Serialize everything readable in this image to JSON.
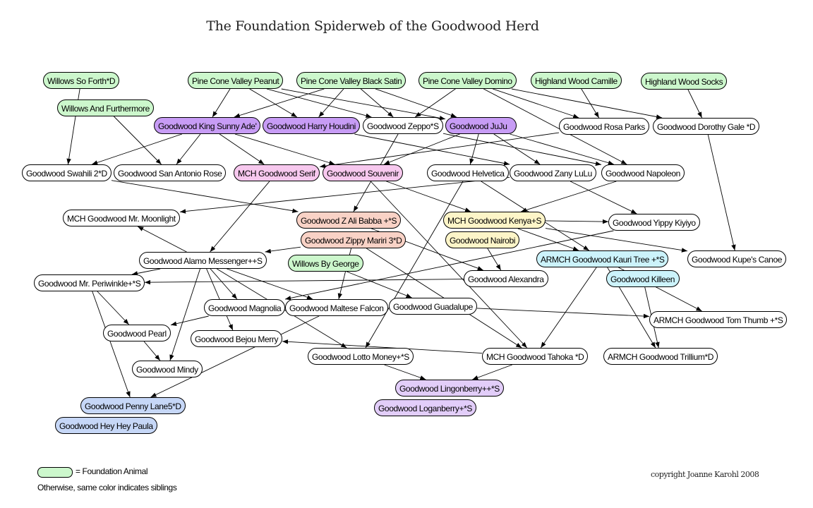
{
  "title": "The Foundation Spiderweb of the Goodwood Herd",
  "legend": {
    "swatch_color": "#ccf7cc",
    "swatch_label": "= Foundation Animal",
    "note": "Otherwise, same color indicates siblings"
  },
  "copyright": "copyright Joanne Karohl 2008",
  "colors": {
    "foundation": "#ccf7cc",
    "unrelated": "#ffffff",
    "purple_siblings": "#c79cf5",
    "pink_siblings": "#f7c8ee",
    "salmon_siblings": "#f9d2c6",
    "yellow_siblings": "#fdf5c8",
    "cyan_siblings": "#ccf3fb",
    "blue_siblings": "#c6d7f7",
    "lilac_siblings": "#e2cdf9"
  },
  "nodes": [
    {
      "id": "willows_so_forth",
      "label": "Willows So Forth*D",
      "group": "foundation"
    },
    {
      "id": "pcv_peanut",
      "label": "Pine Cone Valley Peanut",
      "group": "foundation"
    },
    {
      "id": "pcv_black_satin",
      "label": "Pine Cone Valley Black Satin",
      "group": "foundation"
    },
    {
      "id": "pcv_domino",
      "label": "Pine Cone Valley Domino",
      "group": "foundation"
    },
    {
      "id": "hw_camille",
      "label": "Highland Wood Camille",
      "group": "foundation"
    },
    {
      "id": "hw_socks",
      "label": "Highland Wood Socks",
      "group": "foundation"
    },
    {
      "id": "willows_furthermore",
      "label": "Willows And Furthermore",
      "group": "foundation"
    },
    {
      "id": "king_sunny_ade",
      "label": "Goodwood King Sunny Ade'",
      "group": "purple_siblings"
    },
    {
      "id": "harry_houdini",
      "label": "Goodwood Harry Houdini",
      "group": "purple_siblings"
    },
    {
      "id": "zeppo",
      "label": "Goodwood Zeppo*S",
      "group": "unrelated"
    },
    {
      "id": "juju",
      "label": "Goodwood JuJu",
      "group": "purple_siblings"
    },
    {
      "id": "rosa_parks",
      "label": "Goodwood Rosa Parks",
      "group": "unrelated"
    },
    {
      "id": "dorothy_gale",
      "label": "Goodwood Dorothy Gale *D",
      "group": "unrelated"
    },
    {
      "id": "swahili",
      "label": "Goodwood Swahili 2*D",
      "group": "unrelated"
    },
    {
      "id": "san_antonio_rose",
      "label": "Goodwood San Antonio Rose",
      "group": "unrelated"
    },
    {
      "id": "serif",
      "label": "MCH Goodwood Serif",
      "group": "pink_siblings"
    },
    {
      "id": "souvenir",
      "label": "Goodwood Souvenir",
      "group": "pink_siblings"
    },
    {
      "id": "helvetica",
      "label": "Goodwood Helvetica",
      "group": "unrelated"
    },
    {
      "id": "zany_lulu",
      "label": "Goodwood Zany LuLu",
      "group": "unrelated"
    },
    {
      "id": "napoleon",
      "label": "Goodwood Napoleon",
      "group": "unrelated"
    },
    {
      "id": "mr_moonlight",
      "label": "MCH Goodwood Mr. Moonlight",
      "group": "unrelated"
    },
    {
      "id": "z_ali_babba",
      "label": "Goodwood Z Ali Babba +*S",
      "group": "salmon_siblings"
    },
    {
      "id": "zippy_mariri",
      "label": "Goodwood Zippy Mariri 3*D",
      "group": "salmon_siblings"
    },
    {
      "id": "kenya",
      "label": "MCH Goodwood Kenya+S",
      "group": "yellow_siblings"
    },
    {
      "id": "nairobi",
      "label": "Goodwood Nairobi",
      "group": "yellow_siblings"
    },
    {
      "id": "yippy_kiyiyo",
      "label": "Goodwood Yippy Kiyiyo",
      "group": "unrelated"
    },
    {
      "id": "alamo_messenger",
      "label": "Goodwood Alamo Messenger++S",
      "group": "unrelated"
    },
    {
      "id": "willows_by_george",
      "label": "Willows By George",
      "group": "foundation"
    },
    {
      "id": "kauri_tree",
      "label": "ARMCH Goodwood Kauri Tree +*S",
      "group": "cyan_siblings"
    },
    {
      "id": "kupes_canoe",
      "label": "Goodwood Kupe's Canoe",
      "group": "unrelated"
    },
    {
      "id": "mr_periwinkle",
      "label": "Goodwood Mr. Periwinkle+*S",
      "group": "unrelated"
    },
    {
      "id": "alexandra",
      "label": "Goodwood Alexandra",
      "group": "unrelated"
    },
    {
      "id": "killeen",
      "label": "Goodwood Killeen",
      "group": "cyan_siblings"
    },
    {
      "id": "magnolia",
      "label": "Goodwood Magnolia",
      "group": "unrelated"
    },
    {
      "id": "maltese_falcon",
      "label": "Goodwood Maltese Falcon",
      "group": "unrelated"
    },
    {
      "id": "guadalupe",
      "label": "Goodwood Guadalupe",
      "group": "unrelated"
    },
    {
      "id": "tom_thumb",
      "label": "ARMCH Goodwood Tom Thumb +*S",
      "group": "unrelated"
    },
    {
      "id": "pearl",
      "label": "Goodwood Pearl",
      "group": "unrelated"
    },
    {
      "id": "bejou_merry",
      "label": "Goodwood Bejou Merry",
      "group": "unrelated"
    },
    {
      "id": "lotto_money",
      "label": "Goodwood Lotto Money+*S",
      "group": "unrelated"
    },
    {
      "id": "tahoka",
      "label": "MCH Goodwood Tahoka *D",
      "group": "unrelated"
    },
    {
      "id": "trillium",
      "label": "ARMCH Goodwood Trillium*D",
      "group": "unrelated"
    },
    {
      "id": "mindy",
      "label": "Goodwood Mindy",
      "group": "unrelated"
    },
    {
      "id": "lingonberry",
      "label": "Goodwood Lingonberry++*S",
      "group": "lilac_siblings"
    },
    {
      "id": "penny_lane",
      "label": "Goodwood Penny Lane5*D",
      "group": "blue_siblings"
    },
    {
      "id": "loganberry",
      "label": "Goodwood Loganberry+*S",
      "group": "lilac_siblings"
    },
    {
      "id": "hey_hey_paula",
      "label": "Goodwood Hey Hey Paula",
      "group": "blue_siblings"
    }
  ],
  "edges": [
    [
      "willows_so_forth",
      "swahili"
    ],
    [
      "willows_furthermore",
      "san_antonio_rose"
    ],
    [
      "pcv_peanut",
      "king_sunny_ade"
    ],
    [
      "pcv_peanut",
      "harry_houdini"
    ],
    [
      "pcv_peanut",
      "zeppo"
    ],
    [
      "pcv_black_satin",
      "king_sunny_ade"
    ],
    [
      "pcv_black_satin",
      "harry_houdini"
    ],
    [
      "pcv_black_satin",
      "zeppo"
    ],
    [
      "pcv_black_satin",
      "juju"
    ],
    [
      "pcv_peanut",
      "juju"
    ],
    [
      "pcv_domino",
      "zeppo"
    ],
    [
      "pcv_domino",
      "rosa_parks"
    ],
    [
      "pcv_domino",
      "dorothy_gale"
    ],
    [
      "pcv_domino",
      "napoleon"
    ],
    [
      "hw_camille",
      "rosa_parks"
    ],
    [
      "hw_socks",
      "dorothy_gale"
    ],
    [
      "king_sunny_ade",
      "swahili"
    ],
    [
      "king_sunny_ade",
      "san_antonio_rose"
    ],
    [
      "king_sunny_ade",
      "serif"
    ],
    [
      "king_sunny_ade",
      "souvenir"
    ],
    [
      "harry_houdini",
      "zany_lulu"
    ],
    [
      "zeppo",
      "z_ali_babba"
    ],
    [
      "zeppo",
      "napoleon"
    ],
    [
      "juju",
      "helvetica"
    ],
    [
      "juju",
      "zany_lulu"
    ],
    [
      "juju",
      "napoleon"
    ],
    [
      "juju",
      "souvenir"
    ],
    [
      "rosa_parks",
      "serif"
    ],
    [
      "dorothy_gale",
      "kupes_canoe"
    ],
    [
      "swahili",
      "z_ali_babba"
    ],
    [
      "serif",
      "alamo_messenger"
    ],
    [
      "souvenir",
      "kenya"
    ],
    [
      "souvenir",
      "tahoka"
    ],
    [
      "helvetica",
      "lotto_money"
    ],
    [
      "helvetica",
      "kauri_tree"
    ],
    [
      "zany_lulu",
      "mr_moonlight"
    ],
    [
      "zany_lulu",
      "yippy_kiyiyo"
    ],
    [
      "napoleon",
      "kenya"
    ],
    [
      "z_ali_babba",
      "alexandra"
    ],
    [
      "zippy_mariri",
      "alamo_messenger"
    ],
    [
      "zippy_mariri",
      "maltese_falcon"
    ],
    [
      "zippy_mariri",
      "tahoka"
    ],
    [
      "kenya",
      "yippy_kiyiyo"
    ],
    [
      "kenya",
      "kauri_tree"
    ],
    [
      "kenya",
      "kupes_canoe"
    ],
    [
      "nairobi",
      "alexandra"
    ],
    [
      "yippy_kiyiyo",
      "magnolia"
    ],
    [
      "alamo_messenger",
      "mr_moonlight"
    ],
    [
      "alamo_messenger",
      "mr_periwinkle"
    ],
    [
      "alamo_messenger",
      "magnolia"
    ],
    [
      "alamo_messenger",
      "maltese_falcon"
    ],
    [
      "alamo_messenger",
      "bejou_merry"
    ],
    [
      "alamo_messenger",
      "mindy"
    ],
    [
      "alamo_messenger",
      "lotto_money"
    ],
    [
      "willows_by_george",
      "guadalupe"
    ],
    [
      "alexandra",
      "mr_periwinkle"
    ],
    [
      "kauri_tree",
      "tahoka"
    ],
    [
      "kauri_tree",
      "tom_thumb"
    ],
    [
      "kauri_tree",
      "trillium"
    ],
    [
      "killeen",
      "trillium"
    ],
    [
      "guadalupe",
      "tom_thumb"
    ],
    [
      "mr_periwinkle",
      "pearl"
    ],
    [
      "mr_periwinkle",
      "penny_lane"
    ],
    [
      "magnolia",
      "pearl"
    ],
    [
      "pearl",
      "mindy"
    ],
    [
      "maltese_falcon",
      "penny_lane"
    ],
    [
      "tahoka",
      "bejou_merry"
    ],
    [
      "lotto_money",
      "lingonberry"
    ],
    [
      "tahoka",
      "lingonberry"
    ]
  ]
}
